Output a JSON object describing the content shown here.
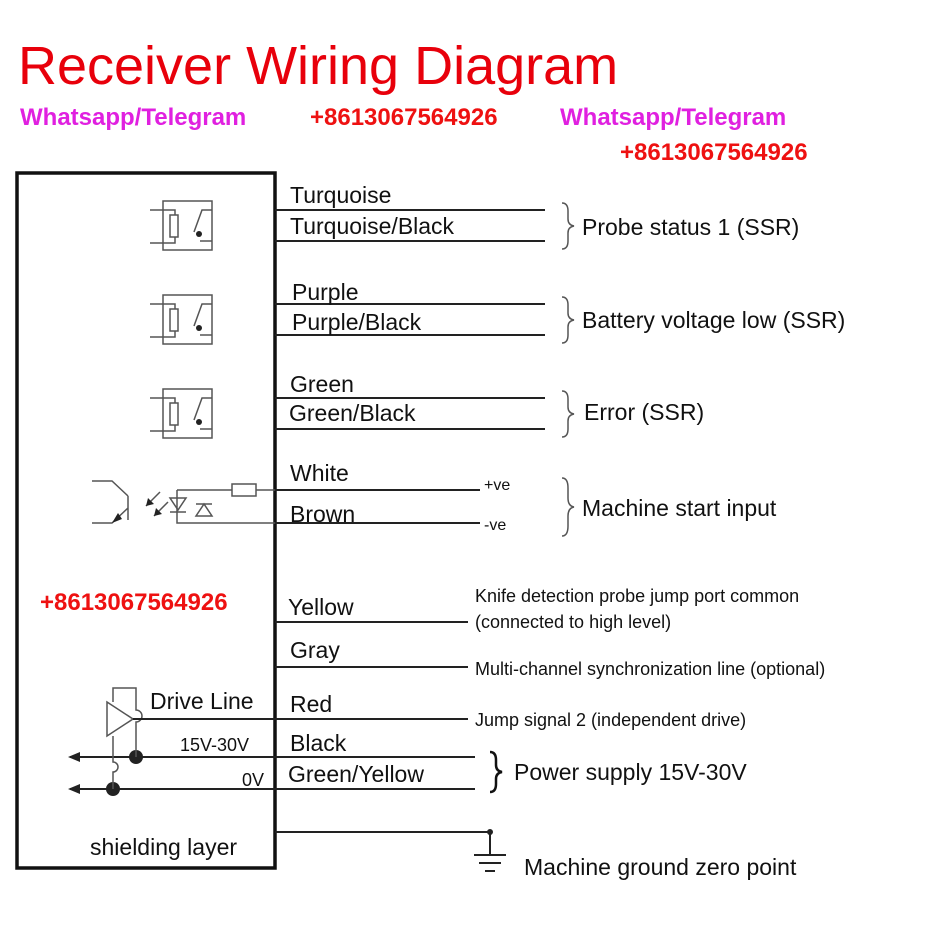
{
  "title": "Receiver Wiring Diagram",
  "title_color": "#e8000b",
  "wires": {
    "turquoise": "Turquoise",
    "turquoise_black": "Turquoise/Black",
    "purple": "Purple",
    "purple_black": "Purple/Black",
    "green": "Green",
    "green_black": "Green/Black",
    "white": "White",
    "brown": "Brown",
    "yellow": "Yellow",
    "gray": "Gray",
    "red": "Red",
    "black": "Black",
    "green_yellow": "Green/Yellow"
  },
  "polarity": {
    "pos": "+ve",
    "neg": "-ve"
  },
  "functions": {
    "probe_status": "Probe status 1 (SSR)",
    "battery_low": "Battery voltage low (SSR)",
    "error": "Error (SSR)",
    "machine_start": "Machine start input",
    "knife_line1": "Knife detection probe jump port common",
    "knife_line2": "(connected to high level)",
    "multi_channel": "Multi-channel synchronization line (optional)",
    "jump_signal": "Jump signal 2 (independent drive)",
    "power_supply": "Power supply 15V-30V",
    "ground": "Machine ground zero point"
  },
  "internal": {
    "drive_line": "Drive Line",
    "voltage": "15V-30V",
    "zero_v": "0V",
    "shielding": "shielding layer"
  },
  "watermarks": {
    "app": "Whatsapp/Telegram",
    "phone": "+8613067564926",
    "app_color": "#e020e0",
    "phone_color": "#ee1111"
  }
}
